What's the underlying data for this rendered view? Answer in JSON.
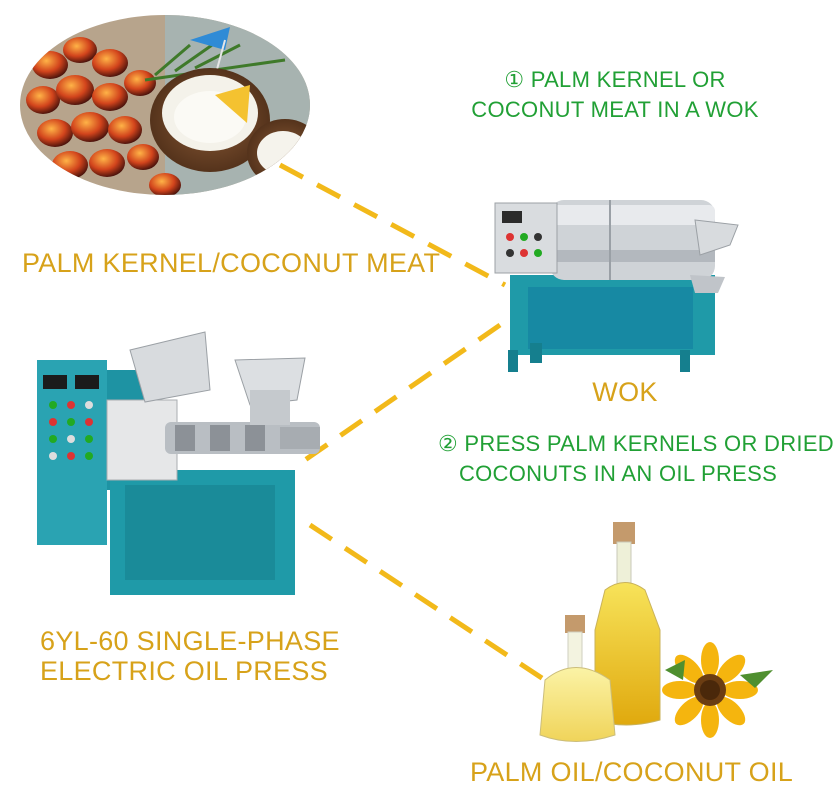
{
  "colors": {
    "gold": "#d7a21a",
    "green": "#21a035",
    "dash": "#f2b91a",
    "machine_teal": "#1f9aa8",
    "steel": "#c9cdd2"
  },
  "captions": {
    "palm_kernel_coconut_meat": "PALM KERNEL/COCONUT MEAT",
    "wok": "WOK",
    "oil_press_line1": "6YL-60 SINGLE-PHASE",
    "oil_press_line2": "ELECTRIC OIL PRESS",
    "palm_coconut_oil": "PALM OIL/COCONUT OIL"
  },
  "steps": {
    "step1_line1": "① PALM KERNEL OR",
    "step1_line2": "COCONUT MEAT IN A WOK",
    "step2_line1": "② PRESS PALM KERNELS OR DRIED",
    "step2_line2": "COCONUTS IN AN OIL PRESS"
  },
  "images": {
    "raw_material": "palm-fruit-and-coconut-photo",
    "wok": "roasting-wok-machine-photo",
    "oil_press": "electric-oil-press-photo",
    "oil": "oil-bottles-and-sunflower-photo"
  }
}
